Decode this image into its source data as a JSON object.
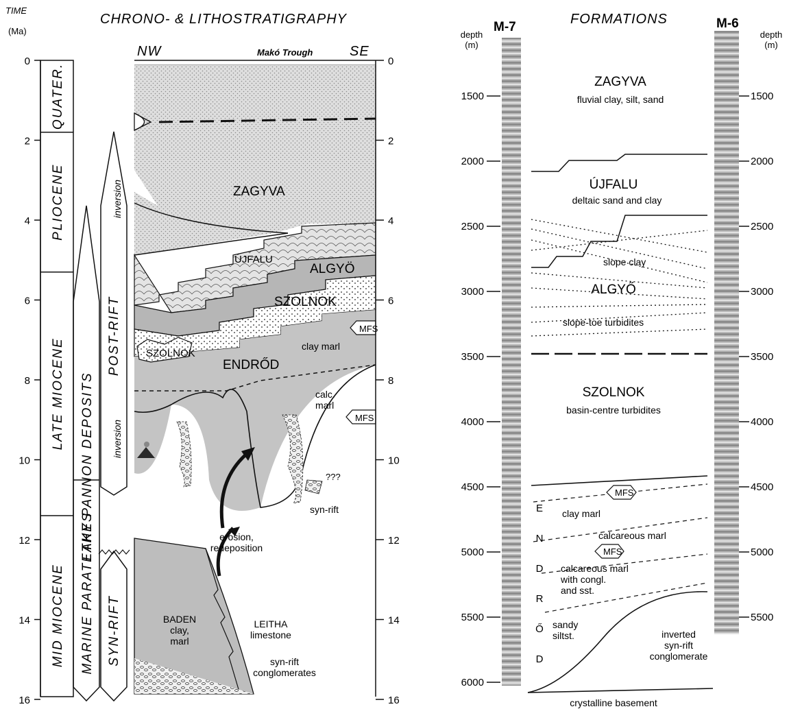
{
  "header": {
    "time_label": "TIME",
    "time_unit": "(Ma)",
    "left_title": "CHRONO- & LITHOSTRATIGRAPHY",
    "right_title": "FORMATIONS",
    "nw": "NW",
    "se": "SE",
    "trough": "Makó Trough"
  },
  "time_axis": {
    "ticks": [
      "0",
      "2",
      "4",
      "6",
      "8",
      "10",
      "12",
      "14",
      "16"
    ]
  },
  "epochs": [
    {
      "name": "QUATER.",
      "from": 0,
      "to": 1.8
    },
    {
      "name": "PLIOCENE",
      "from": 1.8,
      "to": 5.3
    },
    {
      "name": "LATE MIOCENE",
      "from": 5.3,
      "to": 11.4
    },
    {
      "name": "MID MIOCENE",
      "from": 11.4,
      "to": 16.4
    }
  ],
  "settings": {
    "lake": "LAKE  PANNON DEPOSITS",
    "marine": "MARINE PARATETHYS"
  },
  "tectonics": {
    "post_rift": "POST-RIFT",
    "inversion_upper": "inversion",
    "inversion_lower": "inversion",
    "syn_rift": "SYN-RIFT"
  },
  "section_labels": {
    "zagyva": "ZAGYVA",
    "ujfalu": "ÚJFALU",
    "algyo": "ALGYÖ",
    "szolnok_upper": "SZOLNOK",
    "szolnok_lower": "SZOLNOK",
    "endrod": "ENDRŐD",
    "clay_marl": "clay marl",
    "calc_marl": "calc.\nmarl",
    "mfs_upper": "MFS",
    "mfs_lower": "MFS",
    "erosion": "erosion,\nredeposition",
    "unknown": "???",
    "syn_rift": "syn-rift",
    "baden": "BADEN\nclay,\nmarl",
    "leitha": "LEITHA\nlimestone",
    "syn_rift_cong": "syn-rift\nconglomerates"
  },
  "wells": {
    "left_name": "M-7",
    "right_name": "M-6",
    "depth_label": "depth\n(m)",
    "left_ticks": [
      "1500",
      "2000",
      "2500",
      "3000",
      "3500",
      "4000",
      "4500",
      "5000",
      "5500",
      "6000"
    ],
    "right_ticks": [
      "1500",
      "2000",
      "2500",
      "3000",
      "3500",
      "4000",
      "4500",
      "5000",
      "5500"
    ]
  },
  "formations": {
    "zagyva_name": "ZAGYVA",
    "zagyva_desc": "fluvial clay, silt, sand",
    "ujfalu_name": "ÚJFALU",
    "ujfalu_desc": "deltaic sand and clay",
    "slope_clay": "slope clay",
    "algyo_name": "ALGYŐ",
    "slope_toe": "slope-toe turbidites",
    "szolnok_name": "SZOLNOK",
    "szolnok_desc": "basin-centre turbidites",
    "mfs_a": "MFS",
    "mfs_b": "MFS",
    "endrod_letters": [
      "E",
      "N",
      "D",
      "R",
      "Ő",
      "D"
    ],
    "clay_marl": "clay marl",
    "calc_marl": "calcareous marl",
    "calc_marl_congl": "calcareous marl\nwith congl.\nand sst.",
    "sandy_siltst": "sandy\nsiltst.",
    "inverted": "inverted\nsyn-rift\nconglomerate",
    "basement": "crystalline basement"
  },
  "colors": {
    "line": "#111111",
    "gray_light": "#d9d9d9",
    "gray_mid": "#bdbdbd",
    "gray_dark": "#9a9a9a",
    "well_dark": "#6f6f6f"
  }
}
